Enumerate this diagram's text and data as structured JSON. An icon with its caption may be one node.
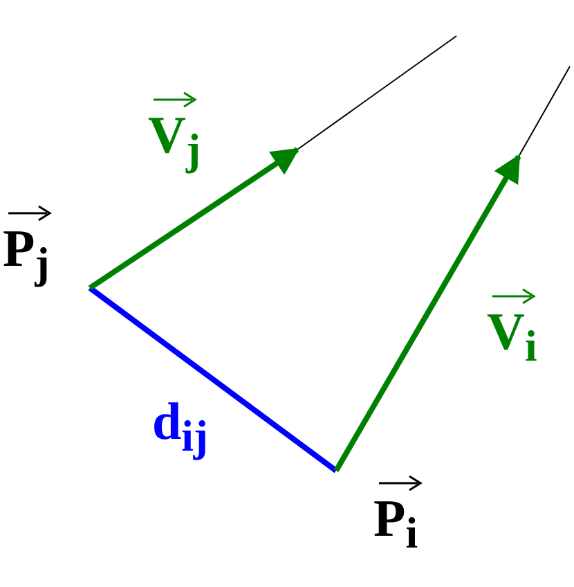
{
  "diagram": {
    "nodes": [
      {
        "text": [
          "P$_{j}$"
        ]
      },
      {
        "text": [
          "P$_{i}$"
        ]
      }
    ],
    "edges": [
      {
        "from": 0,
        "to": 1,
        "arrow": "none",
        "label": "d$_{ij}$",
        "color": "#0000ff"
      },
      {
        "from": 0,
        "to": null,
        "arrow": "to",
        "label": "V$_{j}$",
        "color": "#008000"
      },
      {
        "from": 1,
        "to": null,
        "arrow": "to",
        "label": "V$_{i}$",
        "color": "#008000"
      }
    ]
  }
}
